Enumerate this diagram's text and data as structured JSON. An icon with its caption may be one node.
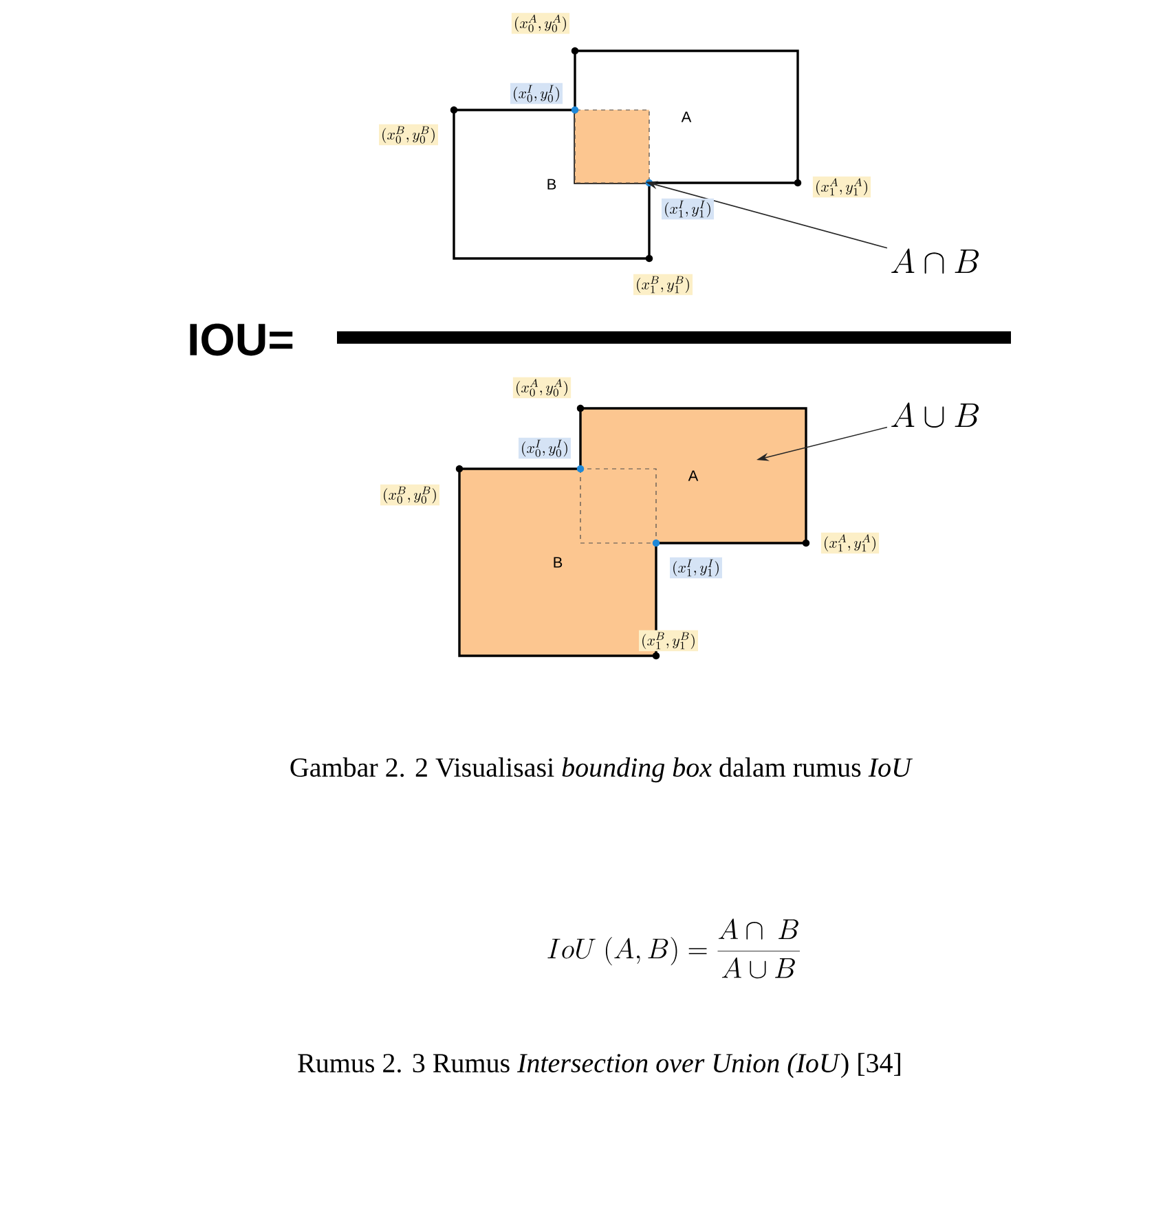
{
  "diagram": {
    "caption": "Gambar 2. 2 Visualisasi *bounding box* dalam rumus *IoU*",
    "nodes": [
      {
        "text": [
          "A"
        ],
        "beside": [
          "(x_0^A, y_0^A)",
          "(x_1^A, y_1^A)"
        ]
      },
      {
        "text": [
          "B"
        ],
        "beside": [
          "(x_0^B, y_0^B)",
          "(x_1^B, y_1^B)"
        ]
      },
      {
        "text": [],
        "shape": "box"
      },
      {
        "text": [
          "A \\cap B"
        ]
      },
      {
        "text": [
          "A"
        ],
        "beside": [
          "(x_0^A, y_0^A)",
          "(x_1^A, y_1^A)"
        ]
      },
      {
        "text": [
          "B"
        ],
        "beside": [
          "(x_0^B, y_0^B)",
          "(x_1^B, y_1^B)"
        ]
      },
      {
        "text": [
          "A \\cup B"
        ]
      }
    ],
    "edges": [
      {
        "from": 3,
        "to": 2,
        "arrow": "to"
      },
      {
        "from": 6,
        "to": 4,
        "arrow": "to"
      }
    ],
    "labels": [
      "(x_0^I, y_0^I)",
      "(x_1^I, y_1^I)",
      "IOU=",
      "(x_0^I, y_0^I)",
      "(x_1^I, y_1^I)",
      "IoU\\ (A,B) = \\frac{A\\cap\\ B}{A\\cup B}",
      "Rumus 2. 3 Rumus *Intersection over Union (IoU*) [34]"
    ]
  }
}
